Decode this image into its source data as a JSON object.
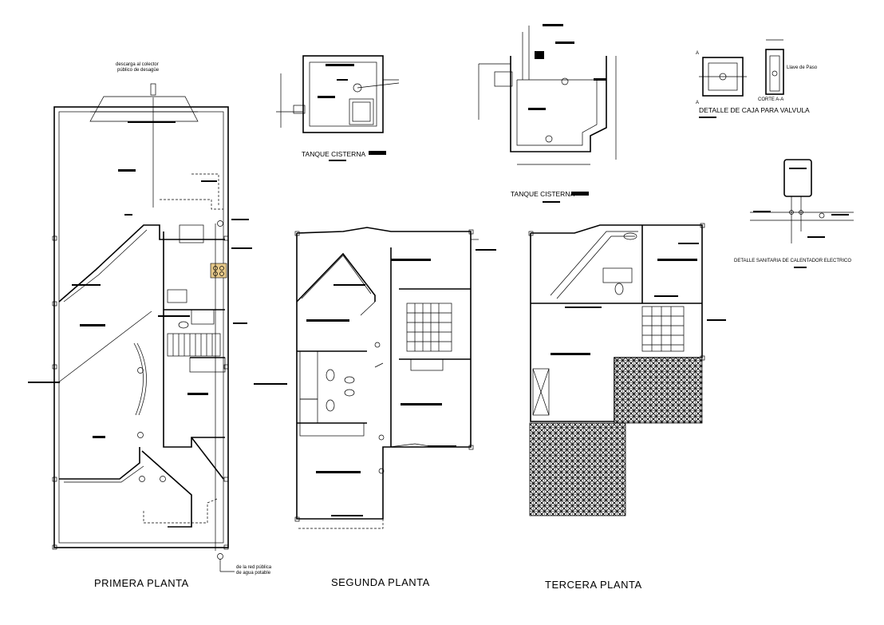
{
  "labels": {
    "primera_planta": "PRIMERA PLANTA",
    "segunda_planta": "SEGUNDA PLANTA",
    "tercera_planta": "TERCERA PLANTA",
    "tanque_cisterna_1": "TANQUE CISTERNA",
    "tanque_cisterna_2": "TANQUE CISTERNA",
    "detalle_caja": "DETALLE DE CAJA PARA VALVULA",
    "corte": "CORTE A-A",
    "detalle_calentador": "DETALLE SANITARIA DE CALENTADOR ELECTRICO",
    "descarga_1": "descarga al colector",
    "descarga_2": "público de desagüe",
    "red_1": "de la red pública",
    "red_2": "de agua potable",
    "cajas_valvula": "Llave de Paso",
    "section_a_left": "A",
    "section_a_right": "A"
  }
}
